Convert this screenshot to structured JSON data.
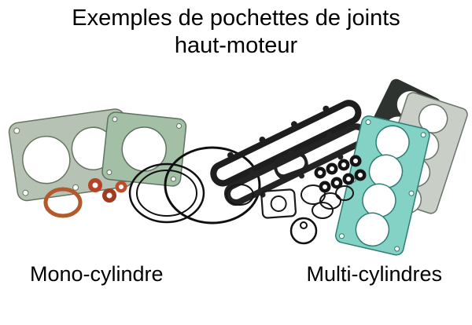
{
  "title": {
    "line1": "Exemples de pochettes de joints",
    "line2": "haut-moteur"
  },
  "captions": {
    "mono": "Mono-cylindre",
    "multi": "Multi-cylindres"
  },
  "photo": {
    "colors": {
      "mono_gasket_grey_green": "#b6c2b4",
      "mono_gasket_green": "#a3bfa6",
      "multi_gasket_teal": "#84d2c5",
      "multi_gasket_grey": "#c9cec6",
      "oring_copper": "#b3592b",
      "oring_red": "#b84226",
      "rubber_seal_black": "#1a1a1a"
    }
  }
}
